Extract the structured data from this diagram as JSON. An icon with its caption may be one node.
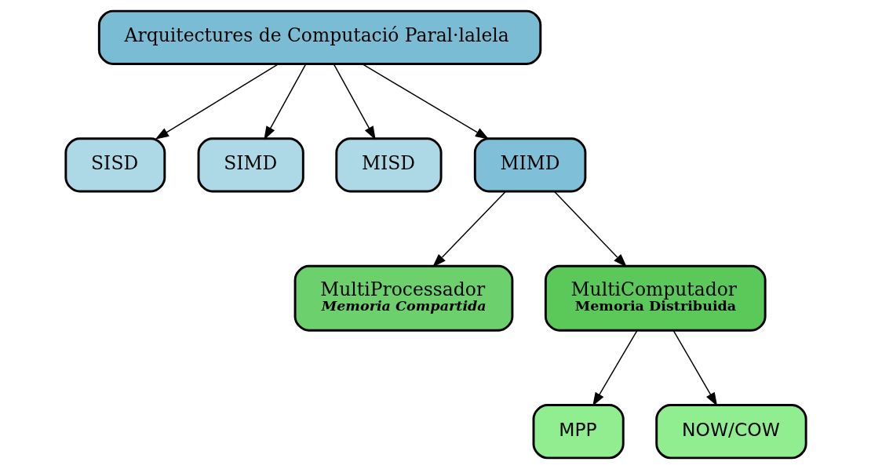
{
  "diagram": {
    "nodes": [
      {
        "text": [
          "Arquitectures de Computació Paral·lalela"
        ]
      },
      {
        "text": [
          "SISD"
        ]
      },
      {
        "text": [
          "SIMD"
        ]
      },
      {
        "text": [
          "MISD"
        ]
      },
      {
        "text": [
          "MIMD"
        ]
      },
      {
        "text": [
          "MultiProcessador",
          "Memoria Compartida"
        ]
      },
      {
        "text": [
          "MultiComputador",
          "Memoria Distribuida"
        ]
      },
      {
        "text": [
          "MPP"
        ]
      },
      {
        "text": [
          "NOW/COW"
        ]
      }
    ],
    "edges": [
      {
        "from": 0,
        "to": 1,
        "arrow": "to"
      },
      {
        "from": 0,
        "to": 2,
        "arrow": "to"
      },
      {
        "from": 0,
        "to": 3,
        "arrow": "to"
      },
      {
        "from": 0,
        "to": 4,
        "arrow": "to"
      },
      {
        "from": 4,
        "to": 5,
        "arrow": "to"
      },
      {
        "from": 4,
        "to": 6,
        "arrow": "to"
      },
      {
        "from": 6,
        "to": 7,
        "arrow": "to"
      },
      {
        "from": 6,
        "to": 8,
        "arrow": "to"
      }
    ]
  }
}
